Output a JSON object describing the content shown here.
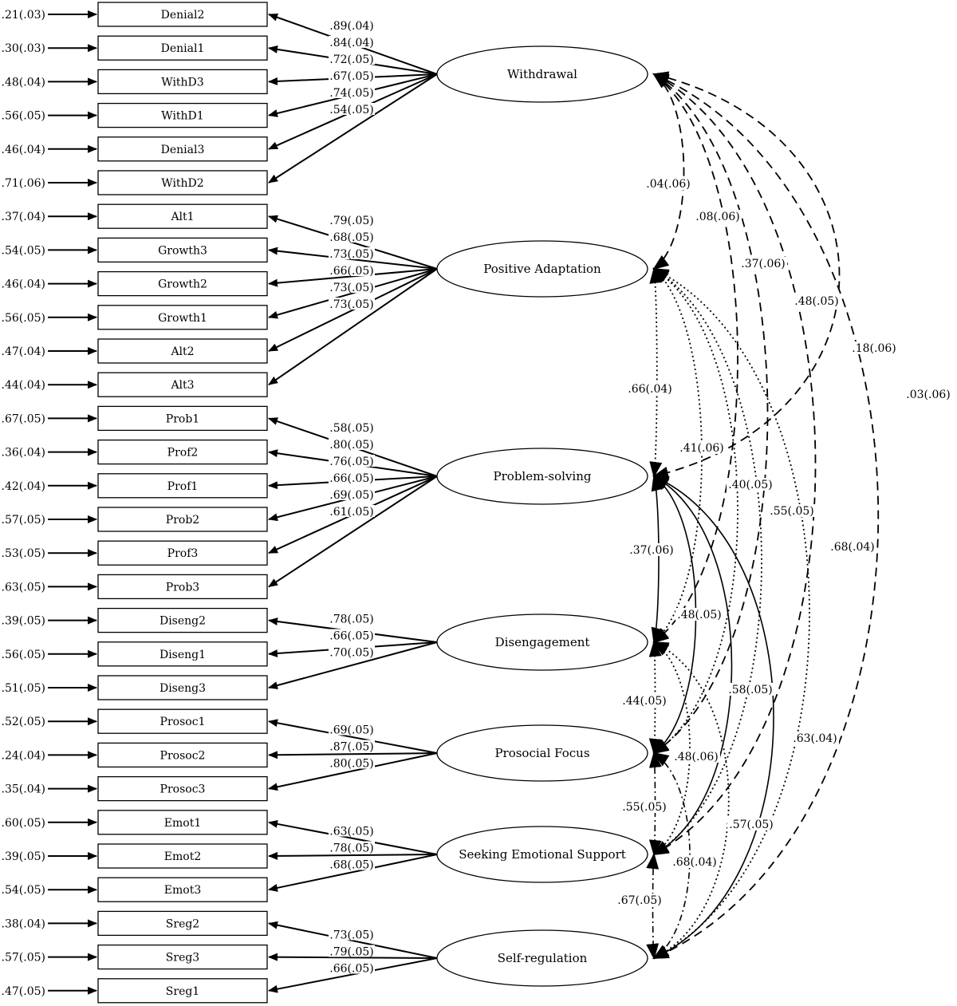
{
  "factors": [
    {
      "id": "withdrawal",
      "label": "Withdrawal",
      "indicators": [
        {
          "name": "Denial2",
          "error": ".21(.03)",
          "loading": ".89(.04)"
        },
        {
          "name": "Denial1",
          "error": ".30(.03)",
          "loading": ".84(.04)"
        },
        {
          "name": "WithD3",
          "error": ".48(.04)",
          "loading": ".72(.05)"
        },
        {
          "name": "WithD1",
          "error": ".56(.05)",
          "loading": ".67(.05)"
        },
        {
          "name": "Denial3",
          "error": ".46(.04)",
          "loading": ".74(.05)"
        },
        {
          "name": "WithD2",
          "error": ".71(.06)",
          "loading": ".54(.05)"
        }
      ]
    },
    {
      "id": "positive-adaptation",
      "label": "Positive Adaptation",
      "indicators": [
        {
          "name": "Alt1",
          "error": ".37(.04)",
          "loading": ".79(.05)"
        },
        {
          "name": "Growth3",
          "error": ".54(.05)",
          "loading": ".68(.05)"
        },
        {
          "name": "Growth2",
          "error": ".46(.04)",
          "loading": ".73(.05)"
        },
        {
          "name": "Growth1",
          "error": ".56(.05)",
          "loading": ".66(.05)"
        },
        {
          "name": "Alt2",
          "error": ".47(.04)",
          "loading": ".73(.05)"
        },
        {
          "name": "Alt3",
          "error": ".44(.04)",
          "loading": ".73(.05)"
        }
      ]
    },
    {
      "id": "problem-solving",
      "label": "Problem-solving",
      "indicators": [
        {
          "name": "Prob1",
          "error": ".67(.05)",
          "loading": ".58(.05)"
        },
        {
          "name": "Prof2",
          "error": ".36(.04)",
          "loading": ".80(.05)"
        },
        {
          "name": "Prof1",
          "error": ".42(.04)",
          "loading": ".76(.05)"
        },
        {
          "name": "Prob2",
          "error": ".57(.05)",
          "loading": ".66(.05)"
        },
        {
          "name": "Prof3",
          "error": ".53(.05)",
          "loading": ".69(.05)"
        },
        {
          "name": "Prob3",
          "error": ".63(.05)",
          "loading": ".61(.05)"
        }
      ]
    },
    {
      "id": "disengagement",
      "label": "Disengagement",
      "indicators": [
        {
          "name": "Diseng2",
          "error": ".39(.05)",
          "loading": ".78(.05)"
        },
        {
          "name": "Diseng1",
          "error": ".56(.05)",
          "loading": ".66(.05)"
        },
        {
          "name": "Diseng3",
          "error": ".51(.05)",
          "loading": ".70(.05)"
        }
      ]
    },
    {
      "id": "prosocial-focus",
      "label": "Prosocial Focus",
      "indicators": [
        {
          "name": "Prosoc1",
          "error": ".52(.05)",
          "loading": ".69(.05)"
        },
        {
          "name": "Prosoc2",
          "error": ".24(.04)",
          "loading": ".87(.05)"
        },
        {
          "name": "Prosoc3",
          "error": ".35(.04)",
          "loading": ".80(.05)"
        }
      ]
    },
    {
      "id": "seeking-emotional-support",
      "label": "Seeking Emotional Support",
      "indicators": [
        {
          "name": "Emot1",
          "error": ".60(.05)",
          "loading": ".63(.05)"
        },
        {
          "name": "Emot2",
          "error": ".39(.05)",
          "loading": ".78(.05)"
        },
        {
          "name": "Emot3",
          "error": ".54(.05)",
          "loading": ".68(.05)"
        }
      ]
    },
    {
      "id": "self-regulation",
      "label": "Self-regulation",
      "indicators": [
        {
          "name": "Sreg2",
          "error": ".38(.04)",
          "loading": ".73(.05)"
        },
        {
          "name": "Sreg3",
          "error": ".57(.05)",
          "loading": ".79(.05)"
        },
        {
          "name": "Sreg1",
          "error": ".47(.05)",
          "loading": ".66(.05)"
        }
      ]
    }
  ],
  "correlations": [
    {
      "from": 0,
      "to": 1,
      "label": ".04(.06)",
      "style": "dashed"
    },
    {
      "from": 0,
      "to": 3,
      "label": ".08(.06)",
      "style": "dashed"
    },
    {
      "from": 0,
      "to": 4,
      "label": ".37(.06)",
      "style": "dashed"
    },
    {
      "from": 0,
      "to": 5,
      "label": ".48(.05)",
      "style": "dashed"
    },
    {
      "from": 0,
      "to": 2,
      "label": ".18(.06)",
      "style": "dashed"
    },
    {
      "from": 0,
      "to": 6,
      "label": ".03(.06)",
      "style": "dashed"
    },
    {
      "from": 1,
      "to": 2,
      "label": ".66(.04)",
      "style": "dotted"
    },
    {
      "from": 1,
      "to": 3,
      "label": ".41(.06)",
      "style": "dotted"
    },
    {
      "from": 1,
      "to": 4,
      "label": ".40(.05)",
      "style": "dotted"
    },
    {
      "from": 1,
      "to": 5,
      "label": ".55(.05)",
      "style": "dotted"
    },
    {
      "from": 1,
      "to": 6,
      "label": ".68(.04)",
      "style": "dotted"
    },
    {
      "from": 2,
      "to": 3,
      "label": ".37(.06)",
      "style": "solid"
    },
    {
      "from": 2,
      "to": 4,
      "label": ".48(.05)",
      "style": "solid"
    },
    {
      "from": 2,
      "to": 5,
      "label": ".58(.05)",
      "style": "solid"
    },
    {
      "from": 2,
      "to": 6,
      "label": ".63(.04)",
      "style": "solid"
    },
    {
      "from": 3,
      "to": 4,
      "label": ".44(.05)",
      "style": "dotted"
    },
    {
      "from": 3,
      "to": 5,
      "label": ".48(.06)",
      "style": "dotted"
    },
    {
      "from": 3,
      "to": 6,
      "label": ".57(.05)",
      "style": "dotted"
    },
    {
      "from": 4,
      "to": 5,
      "label": ".55(.05)",
      "style": "dashdot"
    },
    {
      "from": 4,
      "to": 6,
      "label": ".68(.04)",
      "style": "dashdot"
    },
    {
      "from": 5,
      "to": 6,
      "label": ".67(.05)",
      "style": "dashdot"
    }
  ]
}
